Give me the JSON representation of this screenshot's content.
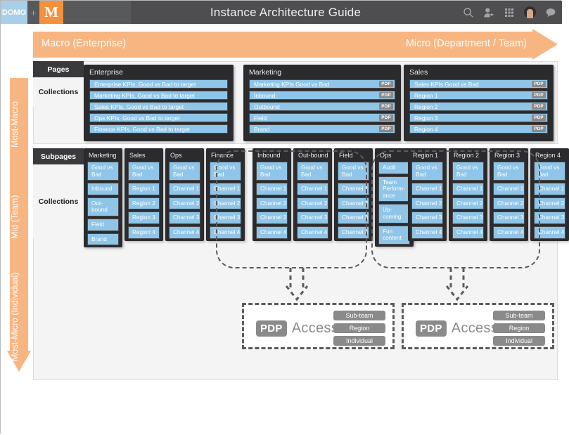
{
  "topbar": {
    "logo_domo": "DOMO",
    "logo_plus": "+",
    "logo_m": "M",
    "title": "Instance Architecture Guide",
    "icons": [
      "search-icon",
      "add-user-icon",
      "apps-grid-icon",
      "avatar",
      "chat-bubble-icon"
    ]
  },
  "axes": {
    "horizontal": {
      "left_label": "Macro (Enterprise)",
      "right_label": "Micro (Department / Team)"
    },
    "vertical": {
      "top_label": "Most-Macro",
      "mid_label": "Mid (Team)",
      "bottom_label": "Most-Micro (Individual)"
    }
  },
  "rows": {
    "pages_label": "Pages",
    "collections_label_top": "Collections",
    "subpages_label": "Subpages",
    "collections_label_bottom": "Collections"
  },
  "pages": [
    {
      "title": "Enterprise",
      "items": [
        {
          "label": "Enterprise  KPIs, Good  vs Bad  to target",
          "pdp": false
        },
        {
          "label": "Marketing KPIs, Good  vs Bad  to target",
          "pdp": false
        },
        {
          "label": "Sales  KPIs, Good vs Bad  to target",
          "pdp": false
        },
        {
          "label": "Ops KPIs, Good vs Bad  to target",
          "pdp": false
        },
        {
          "label": "Finance  KPIs, Good vs Bad  to target",
          "pdp": false
        }
      ]
    },
    {
      "title": "Marketing",
      "items": [
        {
          "label": "Marketing KPIs Good vs Bad",
          "pdp": true,
          "pdp_label": "PDP"
        },
        {
          "label": "Inbound",
          "pdp": true,
          "pdp_label": "PDP"
        },
        {
          "label": "Outbound",
          "pdp": true,
          "pdp_label": "PDP"
        },
        {
          "label": "Field",
          "pdp": true,
          "pdp_label": "PDP"
        },
        {
          "label": "Brand",
          "pdp": true,
          "pdp_label": "PDP"
        }
      ]
    },
    {
      "title": "Sales",
      "items": [
        {
          "label": "Sales  KPIs Good vs Bad",
          "pdp": true,
          "pdp_label": "PDP"
        },
        {
          "label": "Region 1",
          "pdp": true,
          "pdp_label": "PDP"
        },
        {
          "label": "Region 2",
          "pdp": true,
          "pdp_label": "PDP"
        },
        {
          "label": "Region 3",
          "pdp": true,
          "pdp_label": "PDP"
        },
        {
          "label": "Region 4",
          "pdp": true,
          "pdp_label": "PDP"
        }
      ]
    }
  ],
  "subpage_groups": [
    {
      "group": "enterprise-subpages",
      "dashed": false,
      "columns": [
        {
          "title": "Marketing",
          "items": [
            "Good vs Bad",
            "Inbound",
            "Out-bound",
            "Field",
            "Brand"
          ]
        },
        {
          "title": "Sales",
          "items": [
            "Good vs Bad",
            "Region 1",
            "Region 2",
            "Region 3",
            "Region 4"
          ]
        },
        {
          "title": "Ops",
          "items": [
            "Good vs Bad",
            "Channel 1",
            "Channel 2",
            "Channel 3",
            "Channel 4"
          ]
        },
        {
          "title": "Finance",
          "items": [
            "Good vs Bad",
            "Channel 1",
            "Channel 2",
            "Channel 3",
            "Channel 4"
          ]
        }
      ]
    },
    {
      "group": "marketing-subpages",
      "dashed": true,
      "columns": [
        {
          "title": "Inbound",
          "items": [
            "Good vs Bad",
            "Channel 1",
            "Channel 2",
            "Channel 3",
            "Channel 4"
          ]
        },
        {
          "title": "Out-bound",
          "items": [
            "Good vs Bad",
            "Channel 1",
            "Channel 2",
            "Channel 3",
            "Channel 4"
          ]
        },
        {
          "title": "Field",
          "items": [
            "Good vs Bad",
            "Channel 1",
            "Channel 2",
            "Channel 3",
            "Channel 4"
          ]
        },
        {
          "title": "Ops",
          "items": [
            "Audit",
            "Team Perform-ance",
            "Up-coming",
            "Fun content"
          ]
        }
      ]
    },
    {
      "group": "sales-subpages",
      "dashed": true,
      "columns": [
        {
          "title": "Region 1",
          "items": [
            "Good vs Bad",
            "Channel 1",
            "Channel 2",
            "Channel 3",
            "Channel 4"
          ]
        },
        {
          "title": "Region 2",
          "items": [
            "Good vs Bad",
            "Channel 1",
            "Channel 2",
            "Channel 3",
            "Channel 4"
          ]
        },
        {
          "title": "Region 3",
          "items": [
            "Good vs Bad",
            "Channel 1",
            "Channel 2",
            "Channel 3",
            "Channel 4"
          ]
        },
        {
          "title": "Region 4",
          "items": [
            "Good vs Bad",
            "Channel 1",
            "Channel 2",
            "Channel 3",
            "Channel 4"
          ]
        }
      ]
    }
  ],
  "pdp_boxes": [
    {
      "badge": "PDP",
      "word": "Access",
      "chips": [
        "Sub-team",
        "Region",
        "Individual"
      ]
    },
    {
      "badge": "PDP",
      "word": "Access",
      "chips": [
        "Sub-team",
        "Region",
        "Individual"
      ]
    }
  ],
  "colors": {
    "accent_orange": "#f7b581",
    "brand_orange": "#f5913e",
    "card_dark": "#2b2b2d",
    "item_blue": "#8ec5e8",
    "topbar": "#4e4e50",
    "pdp_gray": "#8a8a8a"
  }
}
